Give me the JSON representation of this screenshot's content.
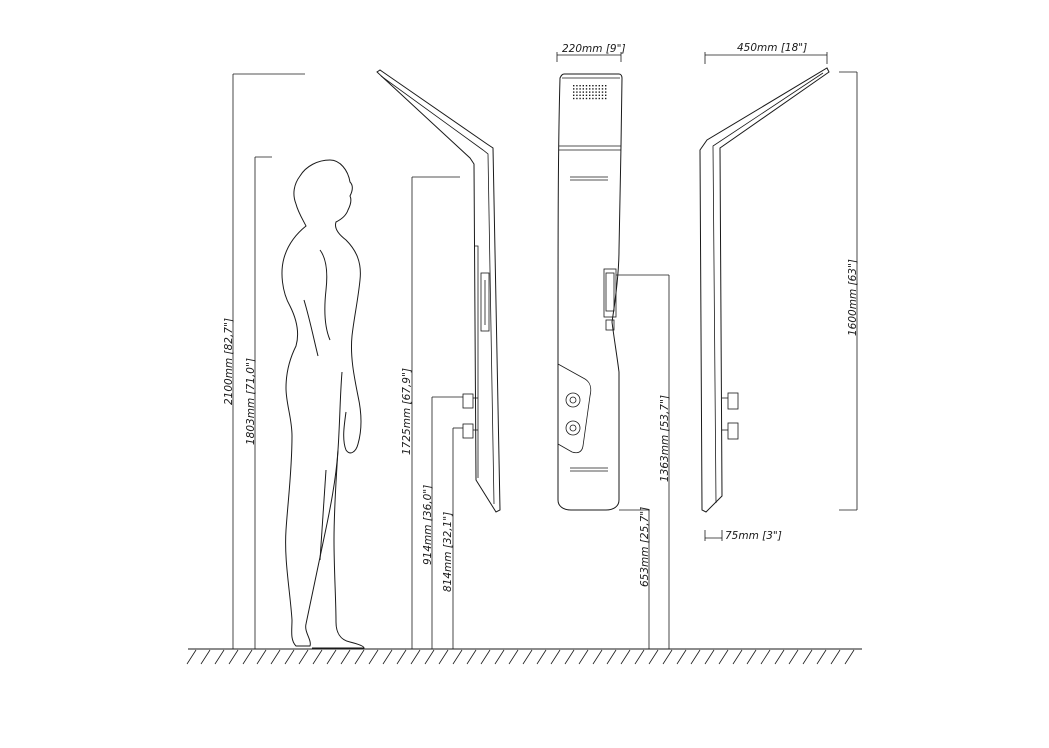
{
  "dimensions": {
    "total_height": "2100mm [82,7\"]",
    "person_height": "1803mm [71,0\"]",
    "column_height": "1725mm [67,9\"]",
    "mixer_upper_height": "914mm [36,0\"]",
    "mixer_lower_height": "814mm [32,1\"]",
    "panel_width": "220mm [9\"]",
    "top_depth": "450mm [18\"]",
    "panel_length": "1600mm [63\"]",
    "wall_offset": "75mm [3\"]",
    "handshower_height": "1363mm [53,7\"]",
    "bottom_height": "653mm [25,7\"]"
  }
}
